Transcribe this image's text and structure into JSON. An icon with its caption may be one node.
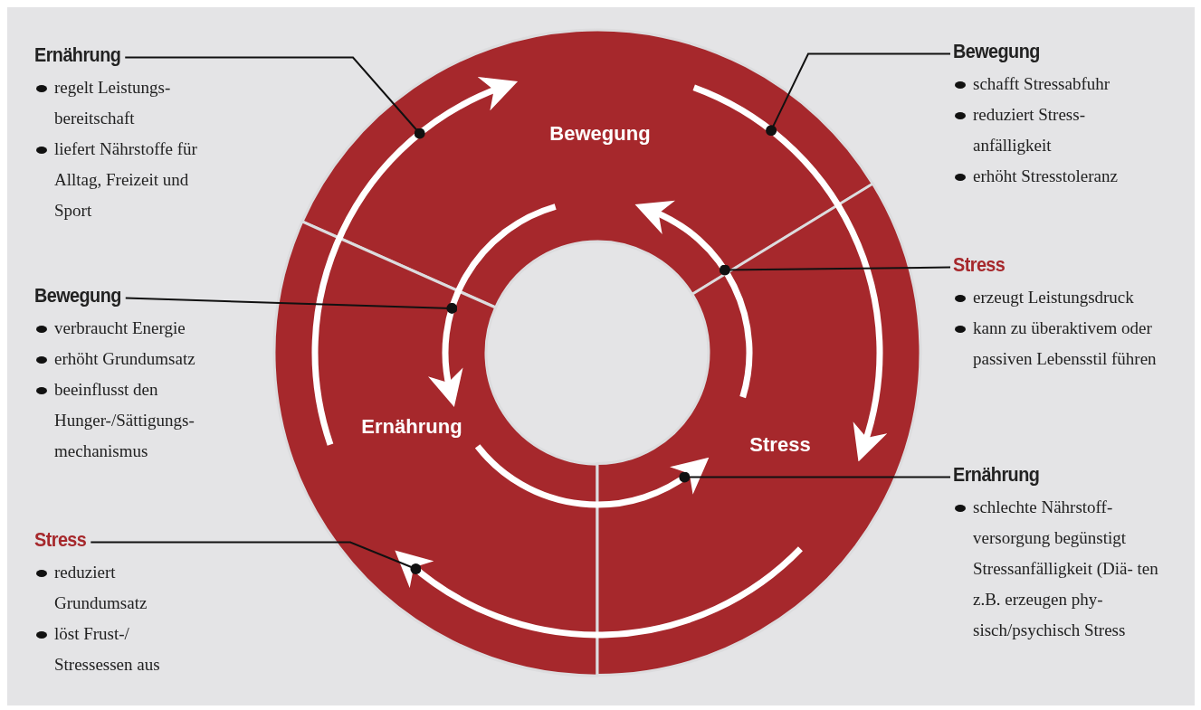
{
  "diagram": {
    "nodes": [
      {
        "text": [
          "Ernährung",
          "regelt Leistungs- bereitschaft",
          "liefert Nährstoffe für Alltag, Freizeit und Sport"
        ]
      },
      {
        "text": [
          "Bewegung",
          "schafft Stressabfuhr",
          "reduziert Stress- anfälligkeit",
          "erhöht Stresstoleranz"
        ]
      },
      {
        "text": [
          "Bewegung"
        ]
      },
      {
        "text": [
          "Stress",
          "erzeugt Leistungsdruck",
          "kann zu überaktivem oder passiven Lebensstil führen"
        ]
      },
      {
        "text": [
          "Bewegung",
          "verbraucht Energie",
          "erhöht Grundumsatz",
          "beeinflusst den Hunger-/Sättigungs- mechanismus"
        ]
      },
      {
        "text": [
          "Ernährung"
        ]
      },
      {
        "text": [
          "Stress"
        ]
      },
      {
        "text": [
          "Ernährung",
          "schlechte Nährstoff- versorgung begünstigt Stressanfälligkeit (Diä- ten z.B. erzeugen phy- sisch/psychisch Stress"
        ]
      },
      {
        "text": [
          "Stress",
          "reduziert Grundumsatz",
          "löst Frust-/ Stressessen aus"
        ]
      }
    ],
    "edges": [
      {
        "from": 5,
        "to": 2,
        "arrow": "to",
        "style": "thick"
      },
      {
        "from": 2,
        "to": 6,
        "arrow": "to",
        "style": "thick"
      },
      {
        "from": 6,
        "to": 5,
        "arrow": "to",
        "style": "thick"
      },
      {
        "from": 2,
        "to": 5,
        "arrow": "to",
        "style": "thick"
      },
      {
        "from": 5,
        "to": 6,
        "arrow": "to",
        "style": "thick"
      },
      {
        "from": 6,
        "to": 2,
        "arrow": "to",
        "style": "thick"
      },
      {
        "from": 0,
        "to": 2,
        "arrow": "other",
        "color": "#111111"
      },
      {
        "from": 1,
        "to": 2,
        "arrow": "other",
        "color": "#111111"
      },
      {
        "from": 4,
        "to": 5,
        "arrow": "other",
        "color": "#111111"
      },
      {
        "from": 3,
        "to": 2,
        "arrow": "other",
        "color": "#111111"
      },
      {
        "from": 7,
        "to": 6,
        "arrow": "other",
        "color": "#111111"
      },
      {
        "from": 8,
        "to": 5,
        "arrow": "other",
        "color": "#111111"
      }
    ]
  }
}
